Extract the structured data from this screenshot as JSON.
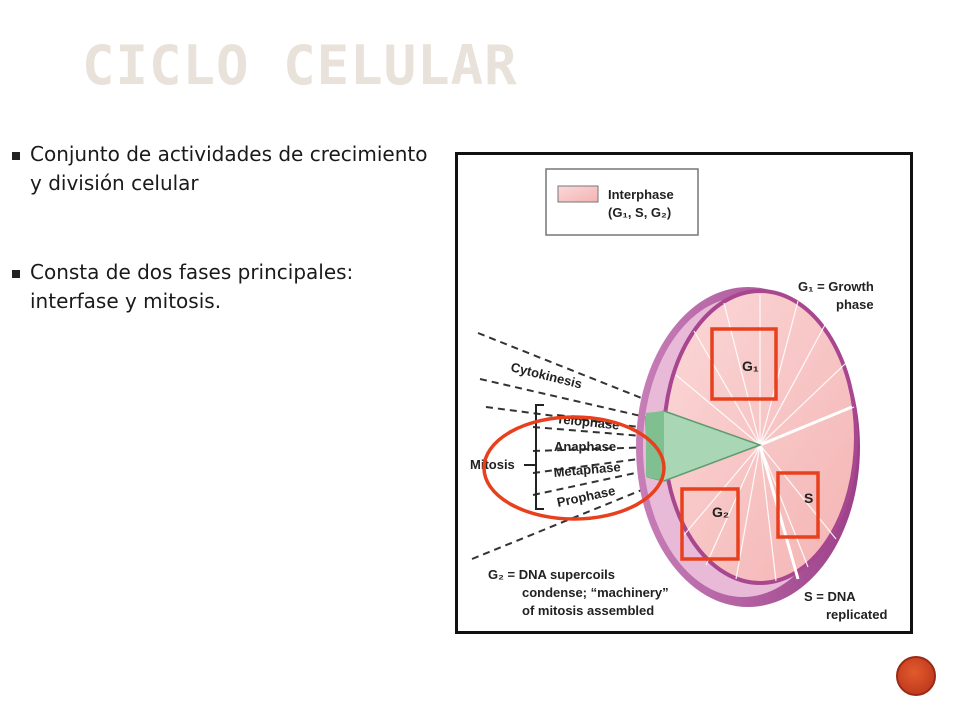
{
  "slide": {
    "title": "CICLO CELULAR",
    "bullets": [
      "Conjunto de actividades de crecimiento y división celular",
      "Consta de dos fases principales: interfase y mitosis."
    ]
  },
  "diagram": {
    "legend": {
      "line1": "Interphase",
      "line2": "(G₁, S, G₂)"
    },
    "labels": {
      "g1": "G₁",
      "s": "S",
      "g2": "G₂",
      "cytokinesis": "Cytokinesis",
      "telophase": "Telophase",
      "anaphase": "Anaphase",
      "metaphase": "Metaphase",
      "prophase": "Prophase",
      "mitosis": "Mitosis"
    },
    "notes": {
      "g1_line1": "G₁ = Growth",
      "g1_line2": "phase",
      "s_line1": "S = DNA",
      "s_line2": "replicated",
      "g2_line1": "G₂ = DNA supercoils",
      "g2_line2": "condense; “machinery”",
      "g2_line3": "of mitosis assembled"
    },
    "colors": {
      "interphase_fill": "#f7c9c9",
      "rim": "#b0559c",
      "mitosis_fill": "#a9d6b4",
      "highlight": "#e8401c"
    }
  }
}
